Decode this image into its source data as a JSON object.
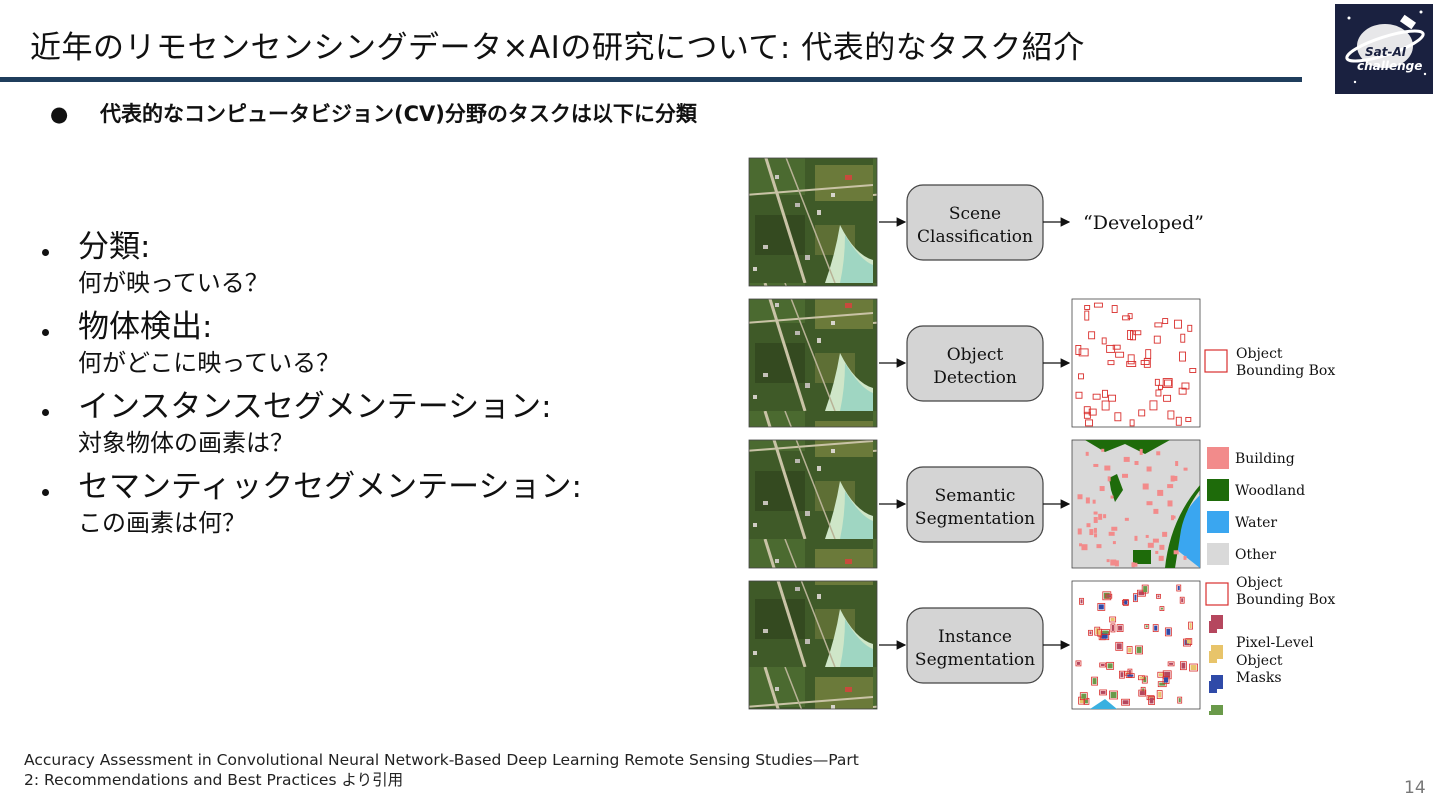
{
  "slide": {
    "title": "近年のリモセンセンシングデータ×AIの研究について: 代表的なタスク紹介",
    "subbullet": "代表的なコンピュータビジョン(CV)分野のタスクは以下に分類",
    "subbullet_marker": "●",
    "bullets": [
      {
        "head": "分類:",
        "sub": "何が映っている？"
      },
      {
        "head": "物体検出:",
        "sub": "何がどこに映っている？"
      },
      {
        "head": "インスタンスセグメンテーション:",
        "sub": "対象物体の画素は？"
      },
      {
        "head": "セマンティックセグメンテーション:",
        "sub": "この画素は何？"
      }
    ],
    "citation_line1": "Accuracy Assessment in Convolutional Neural Network-Based Deep Learning Remote Sensing Studies—Part",
    "citation_line2": "2: Recommendations and Best Practices より引用",
    "page_number": "14"
  },
  "logo": {
    "line1": "Sat-AI",
    "line2": "challenge"
  },
  "diagram": {
    "rows": [
      {
        "task_line1": "Scene",
        "task_line2": "Classification",
        "output_label": "“Developed”"
      },
      {
        "task_line1": "Object",
        "task_line2": "Detection"
      },
      {
        "task_line1": "Semantic",
        "task_line2": "Segmentation"
      },
      {
        "task_line1": "Instance",
        "task_line2": "Segmentation"
      }
    ],
    "legend_detection": {
      "line1": "Object",
      "line2": "Bounding Box"
    },
    "legend_semantic": [
      {
        "label": "Building",
        "color": "#f28b8b"
      },
      {
        "label": "Woodland",
        "color": "#1e6b0a"
      },
      {
        "label": "Water",
        "color": "#3aa6f0"
      },
      {
        "label": "Other",
        "color": "#d9d9d9"
      }
    ],
    "legend_instance_box": {
      "line1": "Object",
      "line2": "Bounding Box"
    },
    "legend_instance_masks": {
      "line1": "Pixel-Level",
      "line2": "Object",
      "line3": "Masks"
    },
    "mask_colors": [
      "#b5475e",
      "#e8c46a",
      "#2f4aa8",
      "#6a9a4a"
    ],
    "colors": {
      "title_rule": "#1f3d5c",
      "task_box": "#d4d4d4",
      "bbox": "#d9302e"
    }
  }
}
